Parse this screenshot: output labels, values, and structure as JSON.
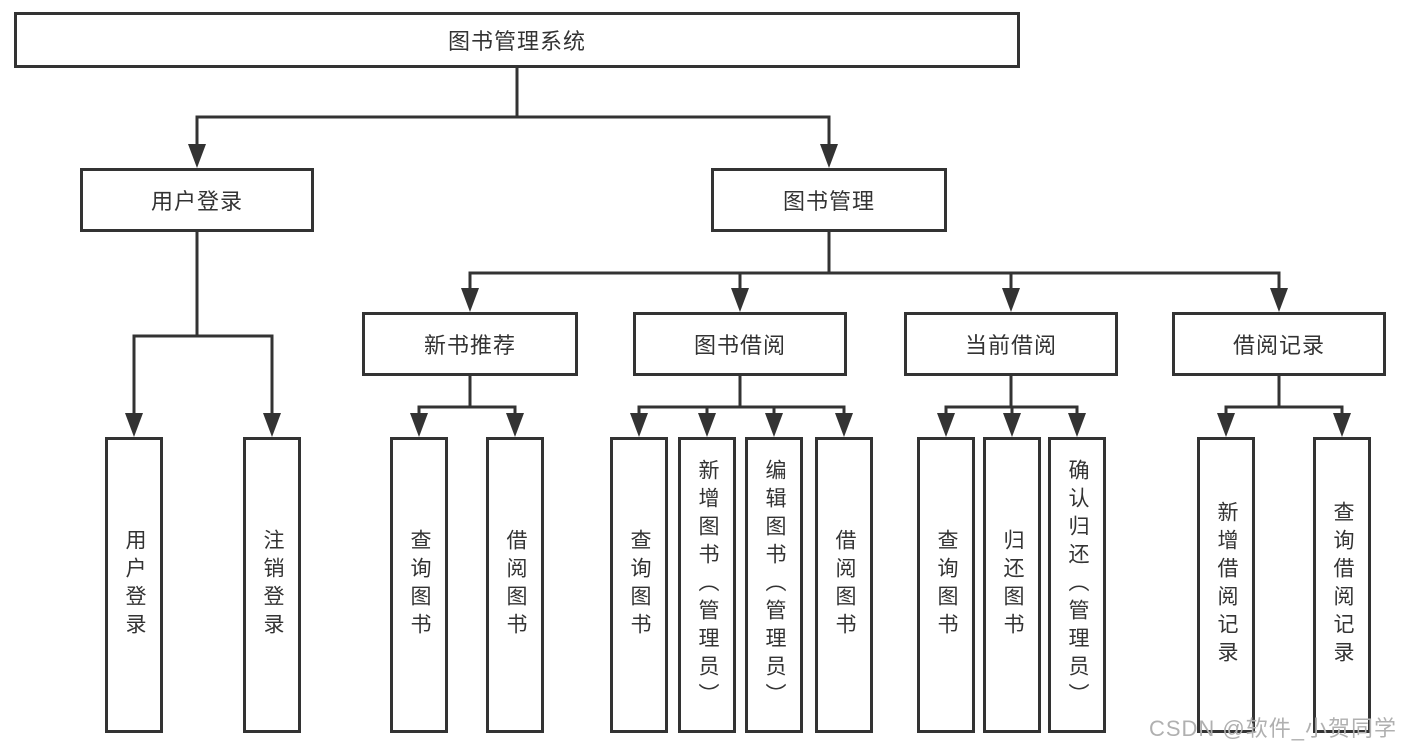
{
  "diagram": {
    "title": "图书管理系统",
    "background": "#ffffff",
    "line_color": "#333333",
    "text_color": "#333333"
  },
  "nodes": {
    "root": {
      "label": "图书管理系统"
    },
    "user_login": {
      "label": "用户登录",
      "parent": "root"
    },
    "book_management": {
      "label": "图书管理",
      "parent": "root"
    },
    "new_book_recommend": {
      "label": "新书推荐",
      "parent": "book_management"
    },
    "book_borrow": {
      "label": "图书借阅",
      "parent": "book_management"
    },
    "current_borrow": {
      "label": "当前借阅",
      "parent": "book_management"
    },
    "borrow_record": {
      "label": "借阅记录",
      "parent": "book_management"
    },
    "leaves": [
      {
        "label": "用户登录",
        "parent": "user_login"
      },
      {
        "label": "注销登录",
        "parent": "user_login"
      },
      {
        "label": "查询图书",
        "parent": "new_book_recommend"
      },
      {
        "label": "借阅图书",
        "parent": "new_book_recommend"
      },
      {
        "label": "查询图书",
        "parent": "book_borrow"
      },
      {
        "label": "新增图书（管理员）",
        "parent": "book_borrow"
      },
      {
        "label": "编辑图书（管理员）",
        "parent": "book_borrow"
      },
      {
        "label": "借阅图书",
        "parent": "book_borrow"
      },
      {
        "label": "查询图书",
        "parent": "current_borrow"
      },
      {
        "label": "归还图书",
        "parent": "current_borrow"
      },
      {
        "label": "确认归还（管理员）",
        "parent": "current_borrow"
      },
      {
        "label": "新增借阅记录",
        "parent": "borrow_record"
      },
      {
        "label": "查询借阅记录",
        "parent": "borrow_record"
      }
    ]
  },
  "watermark": {
    "text": "CSDN @软件_小贺同学",
    "color": "#b0b0b0"
  }
}
